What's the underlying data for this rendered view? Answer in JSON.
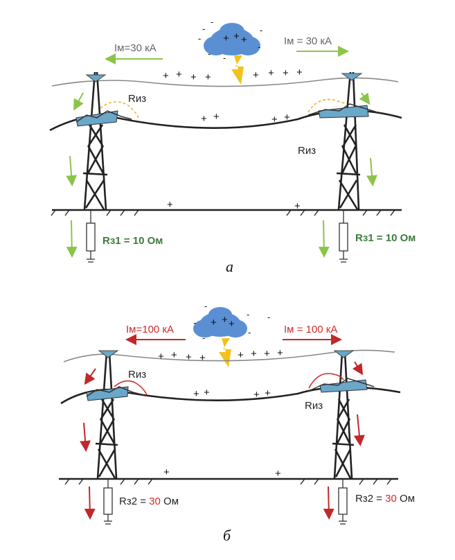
{
  "panel_a": {
    "caption": "а",
    "current_left": "Iм=30 кА",
    "current_right": "Iм = 30 кА",
    "r_iz": "Rиз",
    "r_ground_left_prefix": "Rз1",
    "r_ground_left_value": " = 10 Ом",
    "r_ground_right_prefix": "Rз1",
    "r_ground_right_value": " = 10 Ом",
    "label_color": "#3c7a3c",
    "arrow_color": "#8cc44a"
  },
  "panel_b": {
    "caption": "б",
    "current_left": "Iм=100 кА",
    "current_right": "Iм = 100 кА",
    "r_iz": "Rиз",
    "r_ground_left_prefix": "Rз2",
    "r_ground_left_mid": " = ",
    "r_ground_left_value": "30",
    "r_ground_left_unit": " Ом",
    "r_ground_right_prefix": "Rз2",
    "r_ground_right_mid": " = ",
    "r_ground_right_value": "30",
    "r_ground_right_unit": " Ом",
    "label_color": "#d12a2a",
    "arrow_color": "#c0282a"
  },
  "colors": {
    "cloud": "#5b8fd4",
    "lightning": "#f3c21a",
    "wire": "#222222",
    "insulator": "#6aa7c9"
  }
}
